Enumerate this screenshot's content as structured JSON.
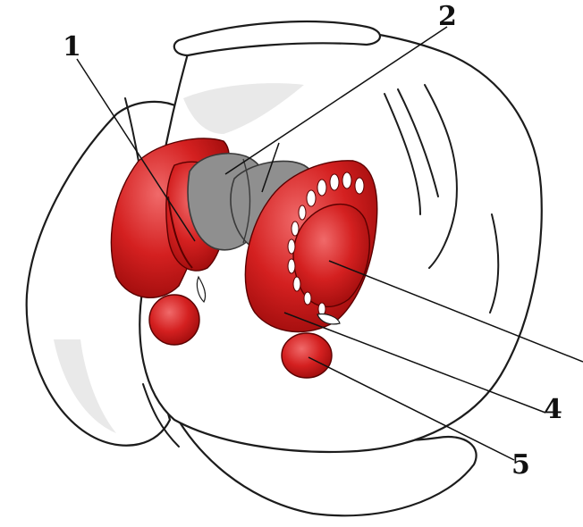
{
  "labels": {
    "l1": "1",
    "l2": "2",
    "l4": "4",
    "l5": "5"
  },
  "colors": {
    "nucleus_red": "#d42020",
    "highlight_red": "#f06a6a",
    "dark_red": "#9e0c0c",
    "grey_body": "#8f8f8f",
    "outline": "#1c1c1c"
  }
}
